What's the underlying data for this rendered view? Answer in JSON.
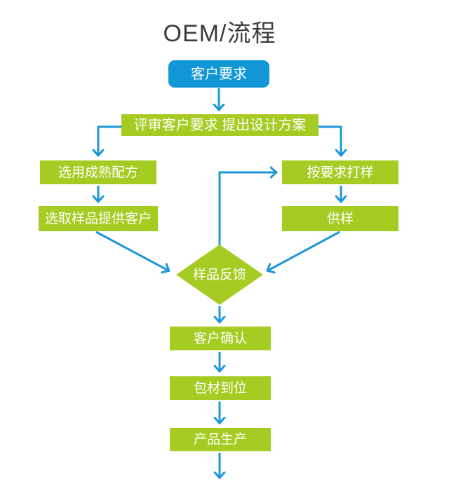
{
  "title": "OEM/流程",
  "colors": {
    "node_blue": "#1196d6",
    "node_green": "#a6cb22",
    "arrow_blue": "#1d97d8",
    "title_text": "#3d3d3d",
    "node_text": "#ffffff",
    "background": "#ffffff"
  },
  "nodes": {
    "customer_request": {
      "label": "客户要求",
      "shape": "rounded-rectangle",
      "color": "blue"
    },
    "review": {
      "label": "评审客户要求 提出设计方案",
      "shape": "rectangle",
      "color": "green"
    },
    "mature_formula": {
      "label": "选用成熟配方",
      "shape": "rectangle",
      "color": "green"
    },
    "provide_samples": {
      "label": "选取样品提供客户",
      "shape": "rectangle",
      "color": "green"
    },
    "sample_to_spec": {
      "label": "按要求打样",
      "shape": "rectangle",
      "color": "green"
    },
    "supply_sample": {
      "label": "供样",
      "shape": "rectangle",
      "color": "green"
    },
    "sample_feedback": {
      "label": "样品反馈",
      "shape": "diamond",
      "color": "green"
    },
    "customer_confirm": {
      "label": "客户确认",
      "shape": "rectangle",
      "color": "green"
    },
    "packaging_ready": {
      "label": "包材到位",
      "shape": "rectangle",
      "color": "green"
    },
    "production": {
      "label": "产品生产",
      "shape": "rectangle",
      "color": "green"
    }
  },
  "edges": [
    {
      "from": "customer_request",
      "to": "review"
    },
    {
      "from": "review",
      "to": "mature_formula"
    },
    {
      "from": "review",
      "to": "sample_to_spec"
    },
    {
      "from": "mature_formula",
      "to": "provide_samples"
    },
    {
      "from": "sample_to_spec",
      "to": "supply_sample"
    },
    {
      "from": "provide_samples",
      "to": "sample_feedback"
    },
    {
      "from": "supply_sample",
      "to": "sample_feedback"
    },
    {
      "from": "sample_feedback",
      "to": "sample_to_spec",
      "note": "feedback-loop"
    },
    {
      "from": "sample_feedback",
      "to": "customer_confirm"
    },
    {
      "from": "customer_confirm",
      "to": "packaging_ready"
    },
    {
      "from": "packaging_ready",
      "to": "production"
    },
    {
      "from": "production",
      "to": "flow-continues-below"
    }
  ]
}
